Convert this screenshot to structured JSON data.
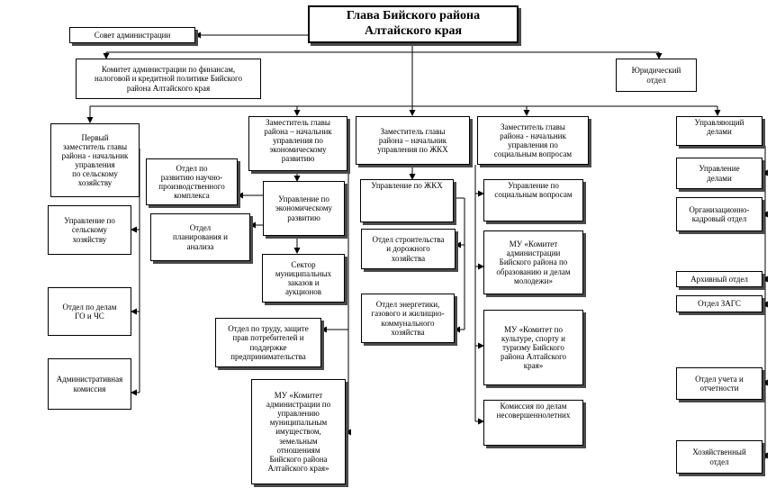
{
  "diagram": {
    "head": "Глава Бийского района\nАлтайского края",
    "council": "Совет администрации",
    "finance_committee": "Комитет администрации  по финансам,\nналоговой и кредитной политике Бийского\nрайона Алтайского края",
    "legal_dept": "Юридический\nотдел",
    "first_deputy": "Первый\nзаместитель главы\nрайона - начальник\nуправления\nпо сельскому\nхозяйству",
    "agri_dept": "Управление по\nсельскому\nхозяйству",
    "go_chs": "Отдел по делам\nГО и ЧС",
    "admin_commission": "Административная\nкомиссия",
    "deputy_econ": "Заместитель главы\nрайона – начальник\nуправления по\nэкономическому\nразвитию",
    "econ_dept": "Управление по\nэкономическому\nразвитию",
    "rnd_dept": "Отдел    по\nразвитию научно-\nпроизводственного\nкомплекса",
    "planning_dept": "Отдел\nпланирования и\nанализа",
    "municipal_orders": "Сектор\nмуниципальных\nзаказов и\nаукционов",
    "labor_dept": "Отдел по    труду,    защите\nправ потребителей и\nподдержке\nпредпринимательства",
    "property_committee": "МУ «Комитет\nадминистрации  по\nуправлению\nмуниципальным\nимуществом,\nземельным\nотношениям\nБийского района\nАлтайского края»",
    "deputy_housing": "Заместитель главы\nрайона      – начальник\nуправления по ЖКХ",
    "housing_dept": "Управление по ЖКХ",
    "construction_dept": "Отдел   строительства\nи дорожного\nхозяйства",
    "energy_dept": "Отдел энергетики,\nгазового и жилищно-\nкоммунального\nхозяйства",
    "deputy_social": "Заместитель главы\nрайона - начальник\nуправления    по\nсоциальным вопросам",
    "social_dept": "Управление по\nсоциальным вопросам",
    "education_committee": "МУ «Комитет\nадминистрации\nБийского района по\nобразованию и делам\nмолодежи»",
    "culture_committee": "МУ «Комитет по\nкультуре, спорту и\nтуризму Бийского\nрайона Алтайского\nкрая»",
    "minors_commission": "Комиссия по делам\nнесовершеннолетних",
    "managing_affairs": "Управляющий\nделами",
    "affairs_dept": "Управление\nделами",
    "hr_dept": "Организационно-\nкадровый отдел",
    "archive_dept": "Архивный отдел",
    "zags_dept": "Отдел ЗАГС",
    "accounting_dept": "Отдел учета и\nотчетности",
    "household_dept": "Хозяйственный\nотдел"
  }
}
